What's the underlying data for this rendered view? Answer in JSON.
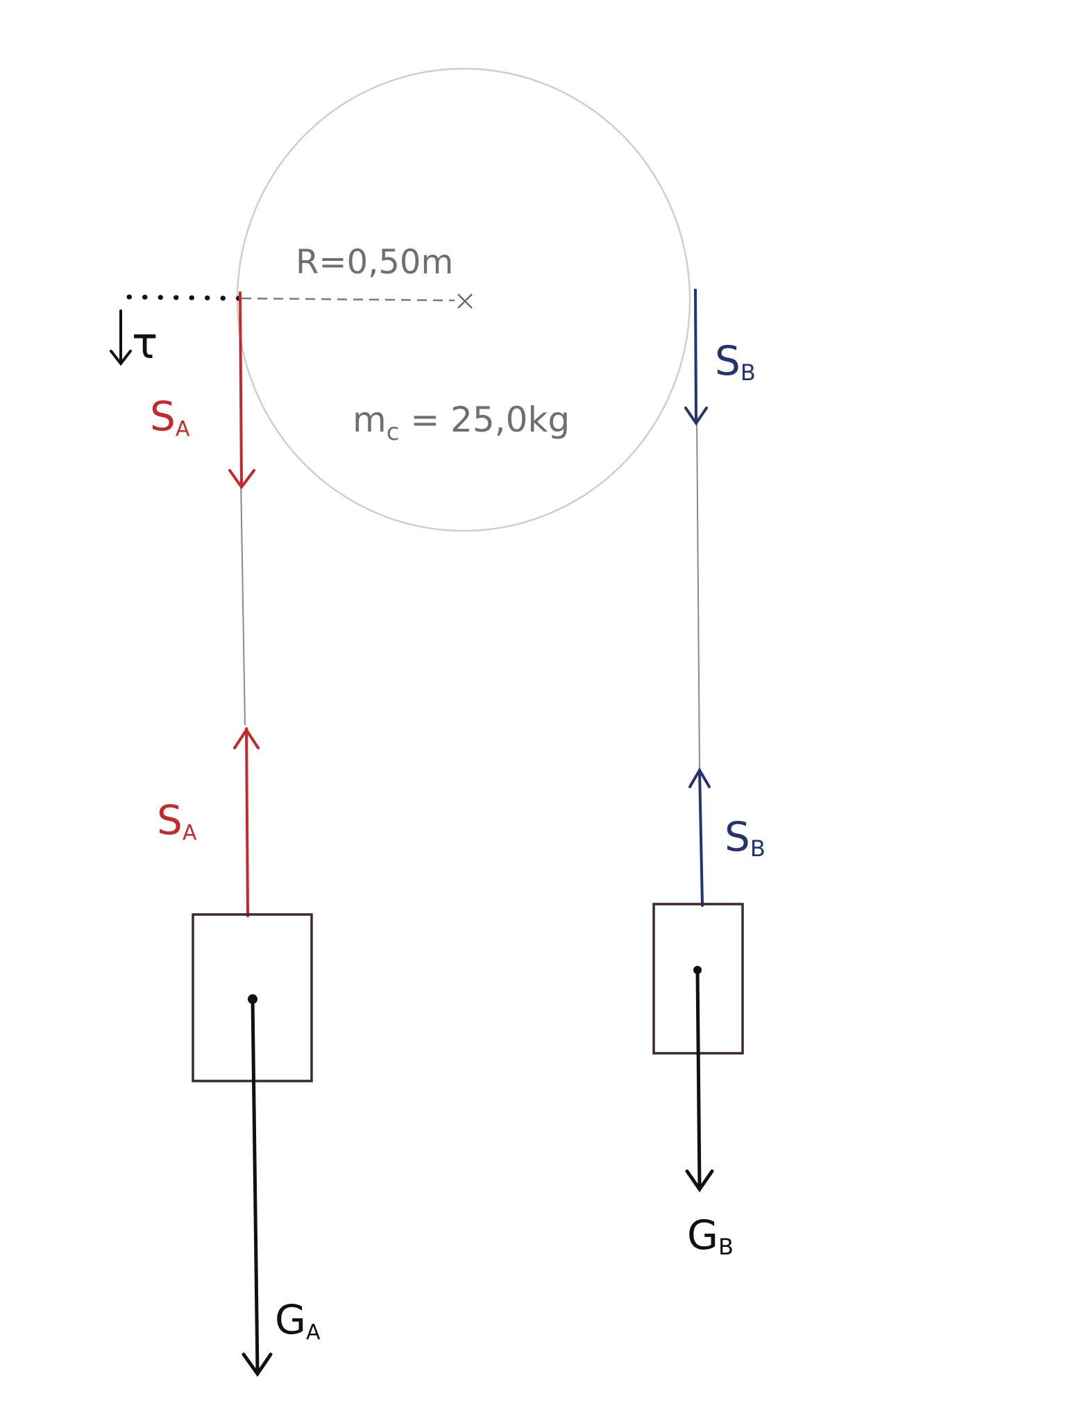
{
  "pulley": {
    "radius_label": "R=0,50m",
    "mass_label": "m",
    "mass_subscript": "c",
    "mass_value": " = 25,0kg"
  },
  "torque": {
    "symbol": "τ"
  },
  "forces": {
    "tension_a_top": {
      "main": "S",
      "sub": "A"
    },
    "tension_a_bottom": {
      "main": "S",
      "sub": "A"
    },
    "tension_b_top": {
      "main": "S",
      "sub": "B"
    },
    "tension_b_bottom": {
      "main": "S",
      "sub": "B"
    },
    "weight_a": {
      "main": "G",
      "sub": "A"
    },
    "weight_b": {
      "main": "G",
      "sub": "B"
    }
  },
  "colors": {
    "tension_a": "#c42a2a",
    "tension_b": "#25346e",
    "weight": "#111111",
    "pulley_outline": "#c9c9c9",
    "pencil": "#6f6f6f"
  }
}
